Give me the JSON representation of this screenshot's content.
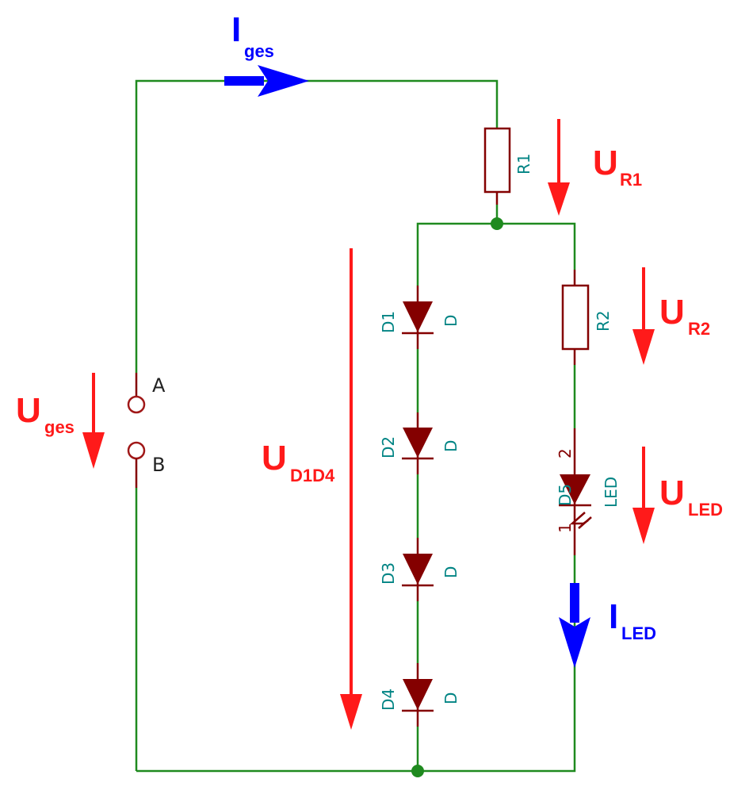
{
  "components": {
    "R1": {
      "ref": "R1"
    },
    "R2": {
      "ref": "R2"
    },
    "D1": {
      "ref": "D1",
      "value": "D"
    },
    "D2": {
      "ref": "D2",
      "value": "D"
    },
    "D3": {
      "ref": "D3",
      "value": "D"
    },
    "D4": {
      "ref": "D4",
      "value": "D"
    },
    "D5": {
      "ref": "D5",
      "value": "LED",
      "pin_anode": "2",
      "pin_cathode": "1"
    }
  },
  "terminals": {
    "a": "A",
    "b": "B"
  },
  "labels": {
    "i_ges": {
      "main": "I",
      "sub": "ges"
    },
    "i_led": {
      "main": "I",
      "sub": "LED"
    },
    "u_r1": {
      "main": "U",
      "sub": "R1"
    },
    "u_r2": {
      "main": "U",
      "sub": "R2"
    },
    "u_led": {
      "main": "U",
      "sub": "LED"
    },
    "u_ges": {
      "main": "U",
      "sub": "ges"
    },
    "u_d1d4": {
      "main": "U",
      "sub": "D1D4"
    }
  },
  "colors": {
    "wire": "#1f8a1f",
    "component": "#840000",
    "reference": "#008484",
    "voltage": "#ff1a1a",
    "current": "#0000ff"
  }
}
